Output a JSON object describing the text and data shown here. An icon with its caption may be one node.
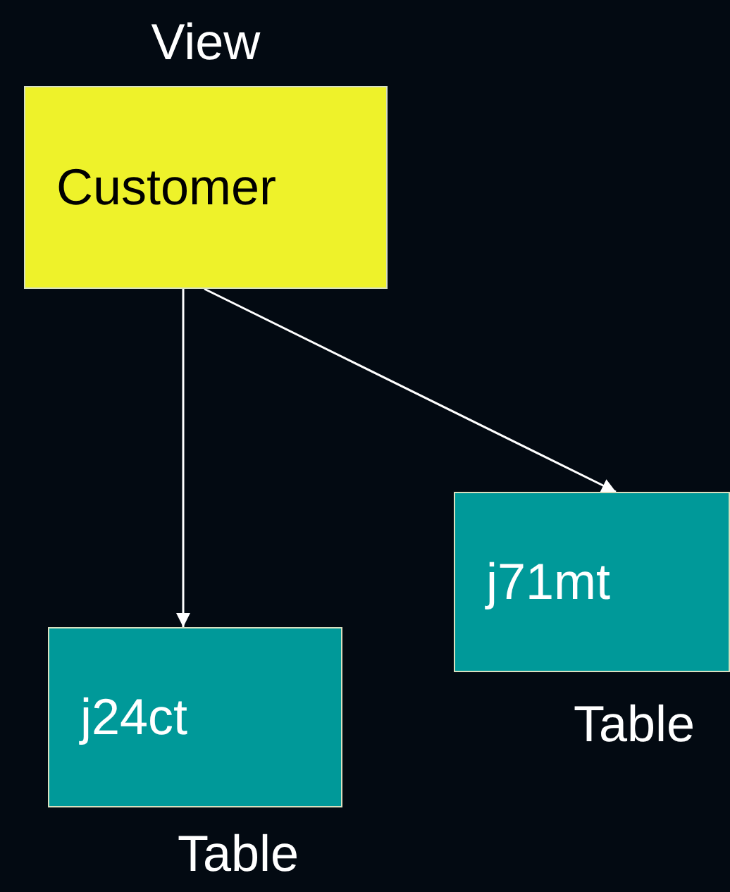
{
  "diagram": {
    "nodes": [
      {
        "text": [
          "Customer"
        ],
        "beside": [
          "View"
        ]
      },
      {
        "text": [
          "j24ct"
        ],
        "beside": [
          "Table"
        ]
      },
      {
        "text": [
          "j71mt"
        ],
        "beside": [
          "Table"
        ]
      }
    ],
    "edges": [
      {
        "from": 0,
        "to": 1,
        "arrow": "to"
      },
      {
        "from": 0,
        "to": 2,
        "arrow": "to"
      }
    ]
  }
}
